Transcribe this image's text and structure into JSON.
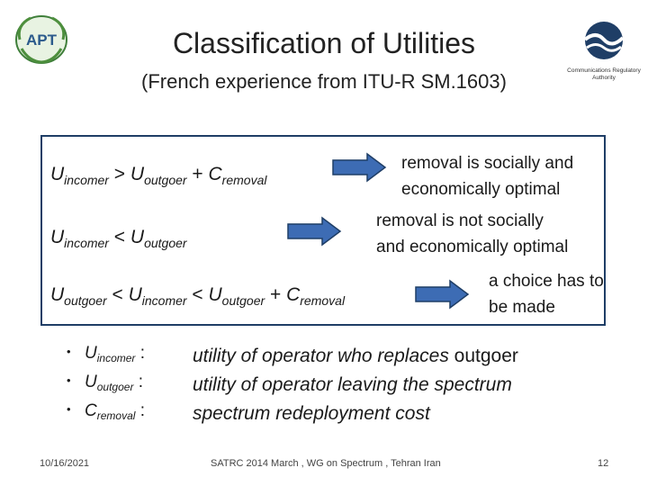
{
  "header": {
    "title": "Classification of Utilities",
    "subtitle": "(French experience from ITU-R SM.1603)",
    "left_logo_text": "APT",
    "right_logo_text": "Communications Regulatory Authority"
  },
  "conditions": [
    {
      "formula": {
        "a": "U",
        "a_sub": "incomer",
        "op1": " > ",
        "b": "U",
        "b_sub": "outgoer",
        "op2": " + ",
        "c": "C",
        "c_sub": "removal"
      },
      "result_line1": "removal is socially and",
      "result_line2": "economically optimal"
    },
    {
      "formula": {
        "a": "U",
        "a_sub": "incomer",
        "op1": " < ",
        "b": "U",
        "b_sub": "outgoer"
      },
      "result_line1": "removal is not socially",
      "result_line2": "and economically optimal"
    },
    {
      "formula": {
        "a": "U",
        "a_sub": "outgoer",
        "op1": " < ",
        "b": "U",
        "b_sub": "incomer",
        "op2": " < ",
        "c": "U",
        "c_sub": "outgoer",
        "op3": " + ",
        "d": "C",
        "d_sub": "removal"
      },
      "result_line1": "a choice has to",
      "result_line2": "be made"
    }
  ],
  "definitions": [
    {
      "sym": "U",
      "sub": "incomer",
      "colon": " :",
      "text_a": "utility of operator who replaces ",
      "text_b": "outgoer"
    },
    {
      "sym": "U",
      "sub": "outgoer",
      "colon": " :",
      "text_a": "utility of operator leaving the spectrum",
      "text_b": ""
    },
    {
      "sym": "C",
      "sub": "removal",
      "colon": " :",
      "text_a": "spectrum redeployment cost",
      "text_b": ""
    }
  ],
  "footer": {
    "date": "10/16/2021",
    "center": "SATRC 2014 March , WG on Spectrum , Tehran Iran",
    "page": "12"
  },
  "colors": {
    "arrow_fill": "#3d6cb4",
    "arrow_stroke": "#1f3e66",
    "frame": "#1f3e66"
  }
}
